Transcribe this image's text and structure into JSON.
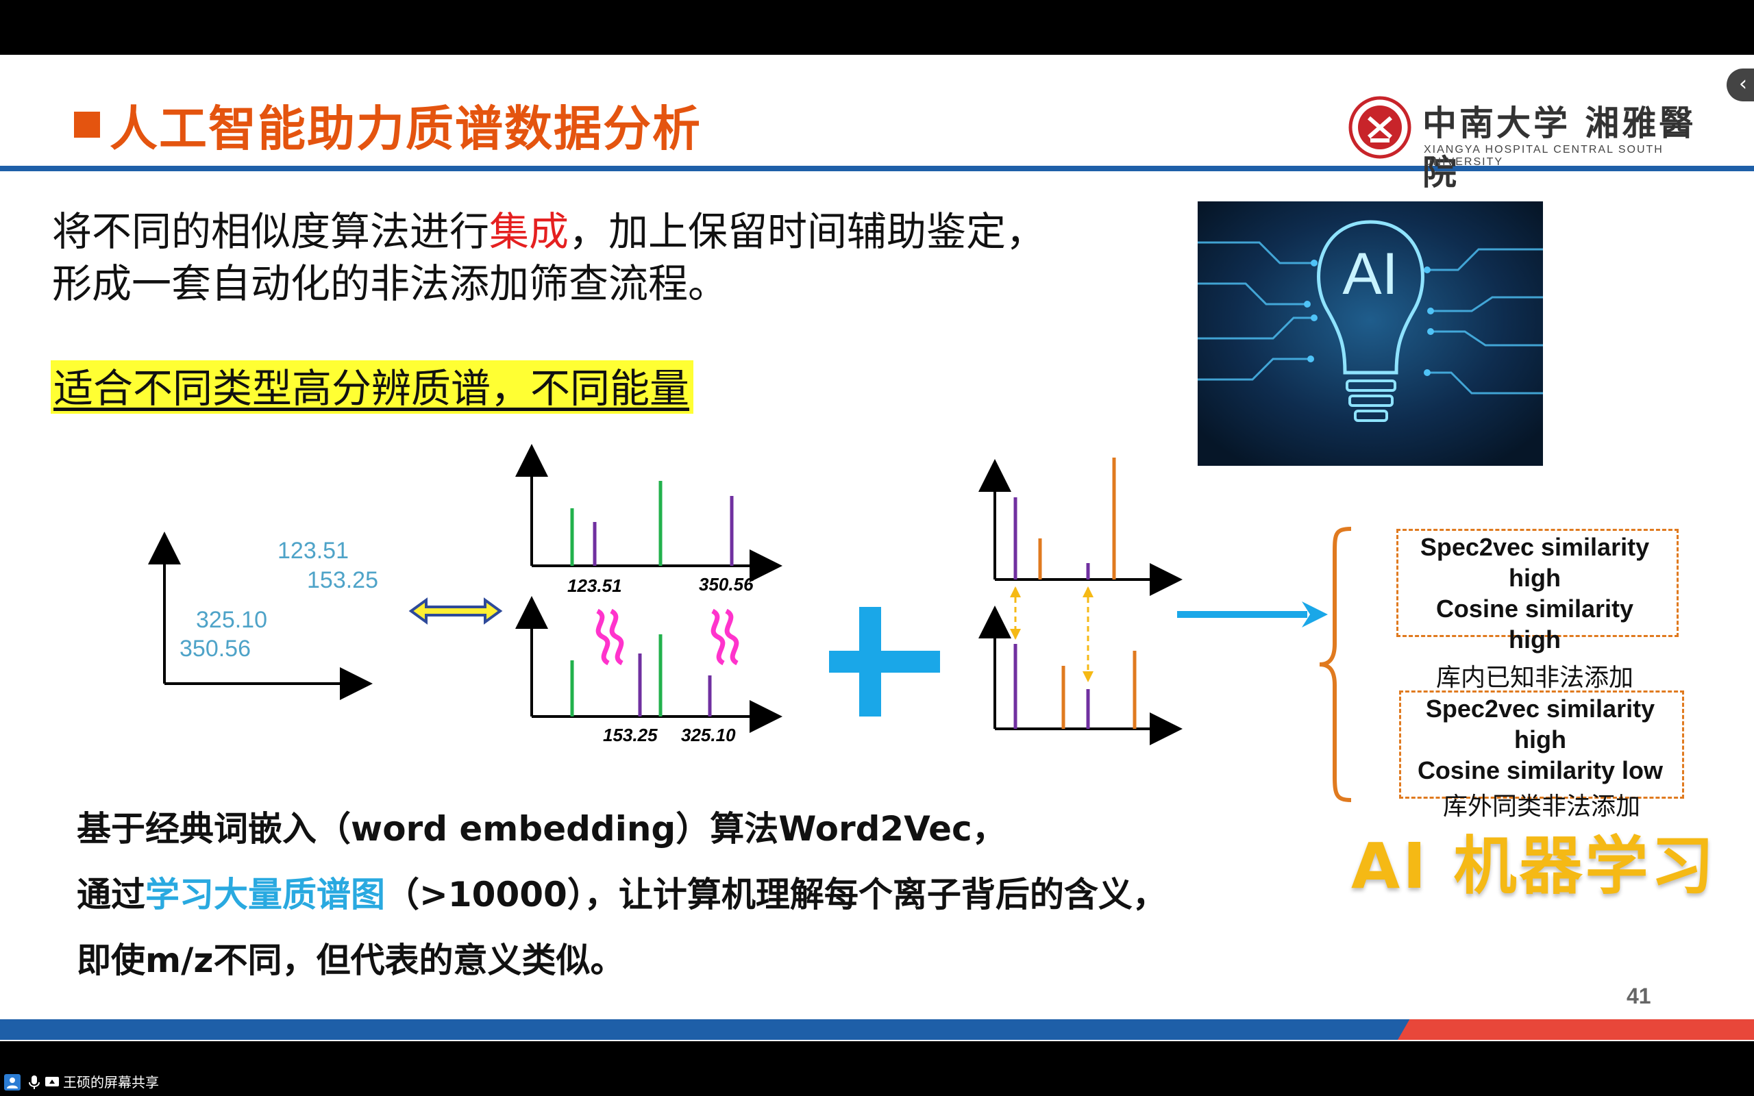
{
  "slide": {
    "title": "人工智能助力质谱数据分析",
    "logo": {
      "cn": "中南大学 湘雅醫院",
      "en": "XIANGYA HOSPITAL CENTRAL SOUTH UNIVERSITY"
    },
    "intro": {
      "line1_before": "将不同的相似度算法进行",
      "line1_highlight": "集成",
      "line1_after": "，加上保留时间辅助鉴定，",
      "line2": "形成一套自动化的非法添加筛查流程。"
    },
    "badge": "适合不同类型高分辨质谱，不同能量",
    "ai_image_label": "AI",
    "left_plot_labels": [
      "123.51",
      "153.25",
      "325.10",
      "350.56"
    ],
    "upper_spectrum_labels": [
      "123.51",
      "350.56"
    ],
    "lower_spectrum_labels": [
      "153.25",
      "325.10"
    ],
    "results": [
      {
        "lines": [
          "Spec2vec similarity",
          "high",
          "Cosine similarity",
          "high"
        ],
        "caption": "库内已知非法添加"
      },
      {
        "lines": [
          "Spec2vec similarity",
          "high",
          "Cosine similarity low"
        ],
        "caption": "库外同类非法添加"
      }
    ],
    "bottom": {
      "line1": "基于经典词嵌入（word embedding）算法Word2Vec，",
      "line2_before": "通过",
      "line2_highlight": "学习大量质谱图",
      "line2_after": "（>10000），让计算机理解每个离子背后的含义，",
      "line3": "即使m/z不同，但代表的意义类似。"
    },
    "ai_ml_label": "AI 机器学习",
    "page_number": "41"
  },
  "taskbar": {
    "share_label": "王硕的屏幕共享"
  },
  "icons": {
    "side_tab": "chevron-left-icon",
    "logo": "xiangya-emblem-icon",
    "arrow": "double-arrow-icon",
    "plus": "plus-icon"
  },
  "colors": {
    "title": "#e4540f",
    "rule": "#1e5fa8",
    "highlight_red": "#e52020",
    "highlight_blue": "#29a9e0",
    "badge_bg": "#ffff33",
    "green_peak": "#22b14c",
    "purple_peak": "#7030a0",
    "orange_peak": "#e07a1f",
    "ai_ml": "#f5b915"
  }
}
